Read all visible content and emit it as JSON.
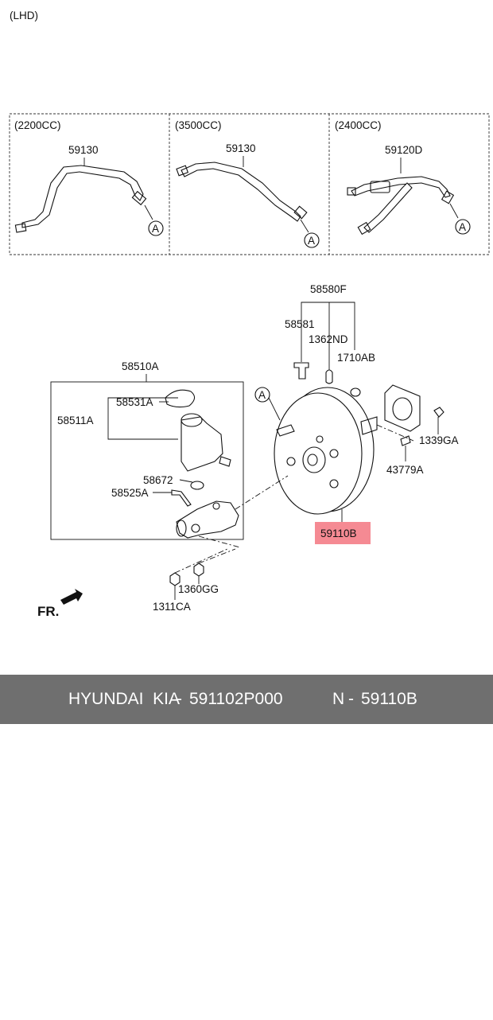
{
  "header": {
    "variant": "(LHD)"
  },
  "engine_panels": [
    {
      "engine": "(2200CC)",
      "part": "59130",
      "ref": "A"
    },
    {
      "engine": "(3500CC)",
      "part": "59130",
      "ref": "A"
    },
    {
      "engine": "(2400CC)",
      "part": "59120D",
      "ref": "A"
    }
  ],
  "callouts": {
    "booster_group": "58580F",
    "clevis_pin": "58581",
    "clip": "1362ND",
    "gasket": "1710AB",
    "nut": "1339GA",
    "pin": "43779A",
    "reservoir_assy": "58510A",
    "cap": "58531A",
    "reservoir": "58511A",
    "grommet": "58672",
    "bolt": "58525A",
    "nut_upper": "1360GG",
    "nut_lower": "1311CA",
    "ref_a": "A"
  },
  "highlight": {
    "part": "59110B",
    "color": "#f58a93"
  },
  "direction": {
    "label": "FR."
  },
  "footer": {
    "brand": "HYUNDAI  KIA",
    "part_number": "591102P000",
    "ref_label": "N",
    "ref_value": "59110B",
    "background": "#6f6f6f"
  }
}
